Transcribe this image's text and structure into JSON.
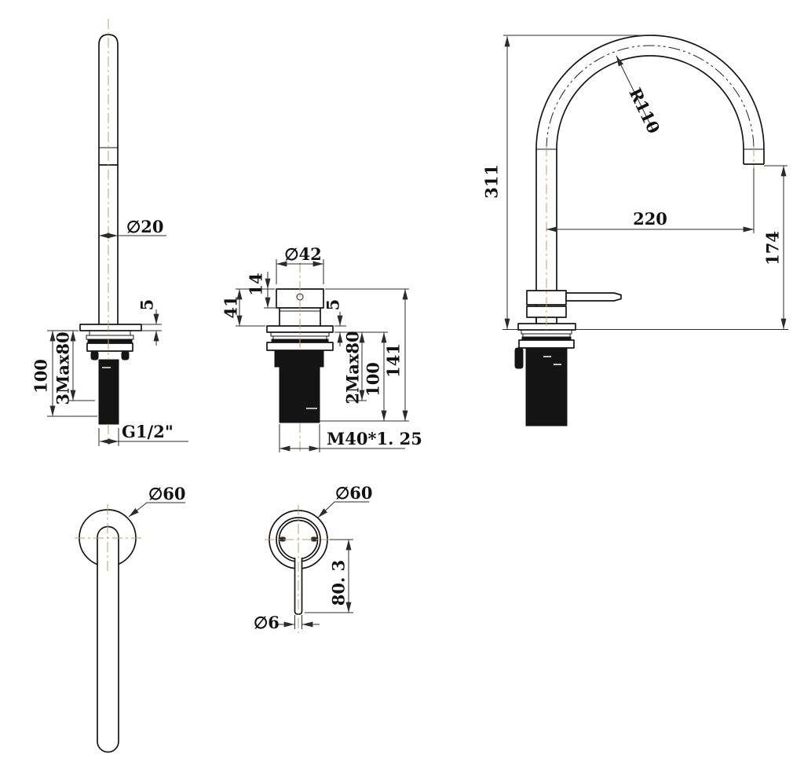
{
  "drawing": {
    "background": "#ffffff",
    "outline_color": "#161616",
    "dimension_color": "#2b2b2b",
    "centerline_color": "#bf9c6f",
    "fill_color": "#141414"
  },
  "views": {
    "spout_side": {
      "dia": "∅20",
      "plate_thickness": "5",
      "shank_length": "100",
      "max_clamp": "3Max80",
      "thread": "G1/2\""
    },
    "valve_body": {
      "dia": "∅42",
      "top_height": "14",
      "upper_height": "41",
      "plate_thickness": "5",
      "max_clamp": "2Max80",
      "shank_length": "100",
      "overall_height": "141",
      "thread": "M40*1. 25"
    },
    "assembly": {
      "overall_height": "311",
      "spout_radius": "R110",
      "spout_reach": "220",
      "outlet_height": "174"
    },
    "spout_plan": {
      "base_dia": "∅60"
    },
    "handle_plan": {
      "base_dia": "∅60",
      "lever_length": "80. 3",
      "lever_dia": "∅6"
    }
  }
}
